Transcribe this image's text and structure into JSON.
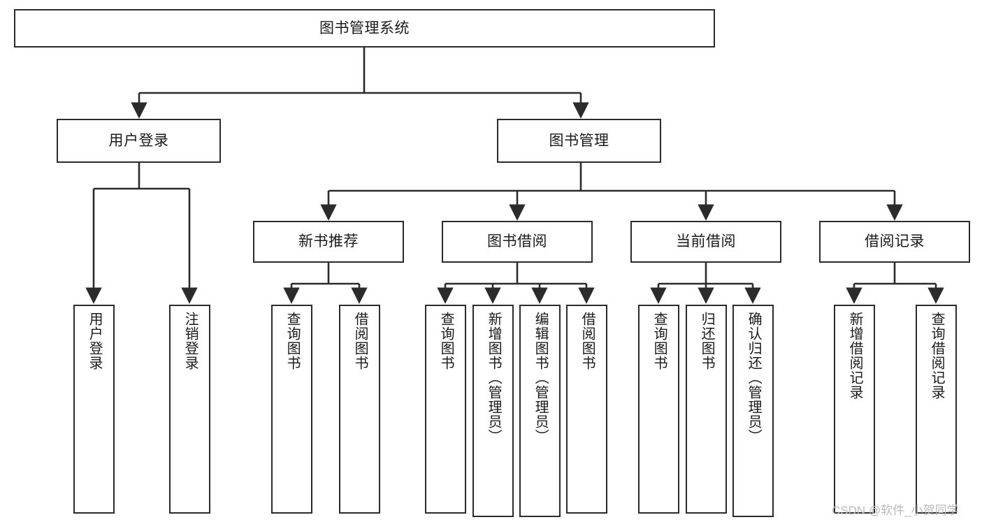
{
  "diagram": {
    "title": "图书管理系统",
    "type": "tree",
    "stroke_color": "#2b2b2b",
    "fill_color": "#ffffff",
    "nodes": {
      "root": {
        "label": "图书管理系统"
      },
      "level2": [
        {
          "id": "user-login",
          "label": "用户登录"
        },
        {
          "id": "book-manage",
          "label": "图书管理"
        }
      ],
      "level3": [
        {
          "id": "new-book-rec",
          "label": "新书推荐"
        },
        {
          "id": "book-borrow",
          "label": "图书借阅"
        },
        {
          "id": "current-borrow",
          "label": "当前借阅"
        },
        {
          "id": "borrow-record",
          "label": "借阅记录"
        }
      ],
      "leaves": {
        "user_login": [
          {
            "id": "leaf-user-login",
            "label": "用户登录"
          },
          {
            "id": "leaf-logout",
            "label": "注销登录"
          }
        ],
        "new_book_rec": [
          {
            "id": "leaf-query-book-1",
            "label": "查询图书"
          },
          {
            "id": "leaf-borrow-book-1",
            "label": "借阅图书"
          }
        ],
        "book_borrow": [
          {
            "id": "leaf-query-book-2",
            "label": "查询图书"
          },
          {
            "id": "leaf-add-book",
            "label": "新增图书（管理员）"
          },
          {
            "id": "leaf-edit-book",
            "label": "编辑图书（管理员）"
          },
          {
            "id": "leaf-borrow-book-2",
            "label": "借阅图书"
          }
        ],
        "current_borrow": [
          {
            "id": "leaf-query-book-3",
            "label": "查询图书"
          },
          {
            "id": "leaf-return-book",
            "label": "归还图书"
          },
          {
            "id": "leaf-confirm-return",
            "label": "确认归还（管理员）"
          }
        ],
        "borrow_record": [
          {
            "id": "leaf-add-record",
            "label": "新增借阅记录"
          },
          {
            "id": "leaf-query-record",
            "label": "查询借阅记录"
          }
        ]
      }
    }
  },
  "watermark": {
    "text": "CSDN @软件_小贺同学"
  }
}
